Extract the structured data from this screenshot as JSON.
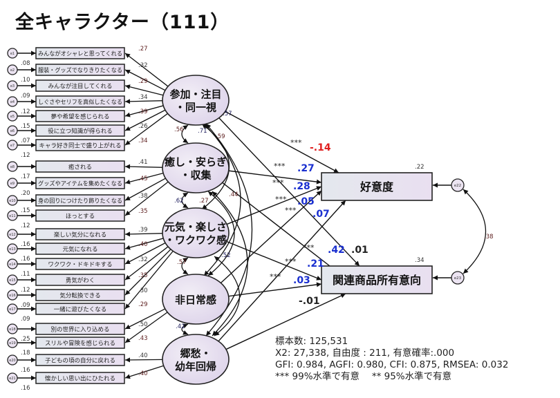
{
  "title": "全キャラクター（111）",
  "factors": [
    {
      "label": [
        "参加・注目",
        "・同一視"
      ]
    },
    {
      "label": [
        "癒し・安らぎ",
        "・収集"
      ]
    },
    {
      "label": [
        "元気・楽しさ",
        "・ワクワク感"
      ]
    },
    {
      "label": [
        "非日常感"
      ]
    },
    {
      "label": [
        "郷愁・",
        "幼年回帰"
      ]
    }
  ],
  "indicators": [
    {
      "error": "e1",
      "label": "みんながオシャレと思ってくれる",
      "factor": 0,
      "loading": ".27",
      "r2": ".08"
    },
    {
      "error": "e2",
      "label": "服装・グッズでなりきりたくなる",
      "factor": 0,
      "loading": ".32",
      "r2": ".10"
    },
    {
      "error": "e3",
      "label": "みんなが注目してくれる",
      "factor": 0,
      "loading": ".29",
      "r2": ".09"
    },
    {
      "error": "e4",
      "label": "しぐさやセリフを真似したくなる",
      "factor": 0,
      "loading": ".34",
      "r2": ".12"
    },
    {
      "error": "e5",
      "label": "夢や希望を感じられる",
      "factor": 0,
      "loading": ".39",
      "r2": ".15"
    },
    {
      "error": "e6",
      "label": "役に立つ知識が得られる",
      "factor": 0,
      "loading": ".26",
      "r2": ".07"
    },
    {
      "error": "e7",
      "label": "キャラ好き同士で盛り上がれる",
      "factor": 0,
      "loading": ".34",
      "r2": ".12"
    },
    {
      "error": "e8",
      "label": "癒される",
      "factor": 1,
      "loading": ".41",
      "r2": ".17"
    },
    {
      "error": "e9",
      "label": "グッズやアイテムを集めたくなる",
      "factor": 1,
      "loading": ".45",
      "r2": ".20"
    },
    {
      "error": "e10",
      "label": "身の回りにつけたり飾りたくなる",
      "factor": 1,
      "loading": ".38",
      "r2": ".15"
    },
    {
      "error": "e11",
      "label": "ほっとする",
      "factor": 1,
      "loading": ".35",
      "r2": ".12"
    },
    {
      "error": "e12",
      "label": "楽しい気分になれる",
      "factor": 2,
      "loading": ".39",
      "r2": ".16"
    },
    {
      "error": "e13",
      "label": "元気になれる",
      "factor": 2,
      "loading": ".40",
      "r2": ".16"
    },
    {
      "error": "e14",
      "label": "ワクワク・ドキドキする",
      "factor": 2,
      "loading": ".32",
      "r2": ".11"
    },
    {
      "error": "e15",
      "label": "勇気がわく",
      "factor": 2,
      "loading": ".35",
      "r2": ".12"
    },
    {
      "error": "e16",
      "label": "気分転換できる",
      "factor": 2,
      "loading": ".30",
      "r2": ".09"
    },
    {
      "error": "e17",
      "label": "一緒に遊びたくなる",
      "factor": 2,
      "loading": ".29",
      "r2": ".09"
    },
    {
      "error": "e18",
      "label": "別の世界に入り込める",
      "factor": 3,
      "loading": ".50",
      "r2": ".25"
    },
    {
      "error": "e19",
      "label": "スリルや冒険を感じられる",
      "factor": 3,
      "loading": ".43",
      "r2": ".18"
    },
    {
      "error": "e20",
      "label": "子どもの頃の自分に戻れる",
      "factor": 4,
      "loading": ".40",
      "r2": ".16"
    },
    {
      "error": "e21",
      "label": "懐かしい思い出にひたれる",
      "factor": 4,
      "loading": ".40",
      "r2": ".16"
    }
  ],
  "correlations": [
    {
      "a": 0,
      "b": 1,
      "value": ".56"
    },
    {
      "a": 0,
      "b": 2,
      "value": ".71"
    },
    {
      "a": 0,
      "b": 3,
      "value": ".59"
    },
    {
      "a": 0,
      "b": 4,
      "value": ".57"
    },
    {
      "a": 1,
      "b": 3,
      "value": ".44"
    },
    {
      "a": 1,
      "b": 2,
      "value": ".62"
    },
    {
      "a": 1,
      "b": 4,
      "value": ".27"
    },
    {
      "a": 2,
      "b": 4,
      "value": ".52"
    },
    {
      "a": 2,
      "b": 3,
      "value": ".57"
    },
    {
      "a": 3,
      "b": 4,
      "value": ".42"
    }
  ],
  "outcomes": [
    {
      "label": "好意度",
      "error": "e22",
      "r2": ".22"
    },
    {
      "label": "関連商品所有意向",
      "error": "e23",
      "r2": ".34"
    }
  ],
  "outcome_error_correlation": ".38",
  "paths": [
    {
      "from": 0,
      "to": 0,
      "sig": "***",
      "value": "-.14",
      "color": "#e02020"
    },
    {
      "from": 1,
      "to": 0,
      "sig": "***",
      "value": ".27",
      "color": "#1a2fd0"
    },
    {
      "from": 2,
      "to": 0,
      "sig": "***",
      "value": ".28",
      "color": "#1a2fd0"
    },
    {
      "from": 3,
      "to": 0,
      "sig": "***",
      "value": ".05",
      "color": "#1a2fd0"
    },
    {
      "from": 4,
      "to": 0,
      "sig": "***",
      "value": ".07",
      "color": "#1a2fd0"
    },
    {
      "from": 0,
      "to": 1,
      "sig": "***",
      "value": ".42",
      "color": "#1a2fd0"
    },
    {
      "from": 1,
      "to": 1,
      "sig": "",
      "value": ".01",
      "color": "#222222"
    },
    {
      "from": 2,
      "to": 1,
      "sig": "***",
      "value": ".21",
      "color": "#1a2fd0"
    },
    {
      "from": 3,
      "to": 1,
      "sig": "***",
      "value": ".03",
      "color": "#1a2fd0"
    },
    {
      "from": 4,
      "to": 1,
      "sig": "",
      "value": "-.01",
      "color": "#222222"
    }
  ],
  "stats": {
    "sample": "標本数: 125,531",
    "chi": "X2: 27,338, 自由度 : 211, 有意確率:.000",
    "fit": "GFI: 0.984, AGFI: 0.980, CFI: 0.875, RMSEA: 0.032",
    "legend": "*** 99%水準で有意　 ** 95%水準で有意"
  }
}
